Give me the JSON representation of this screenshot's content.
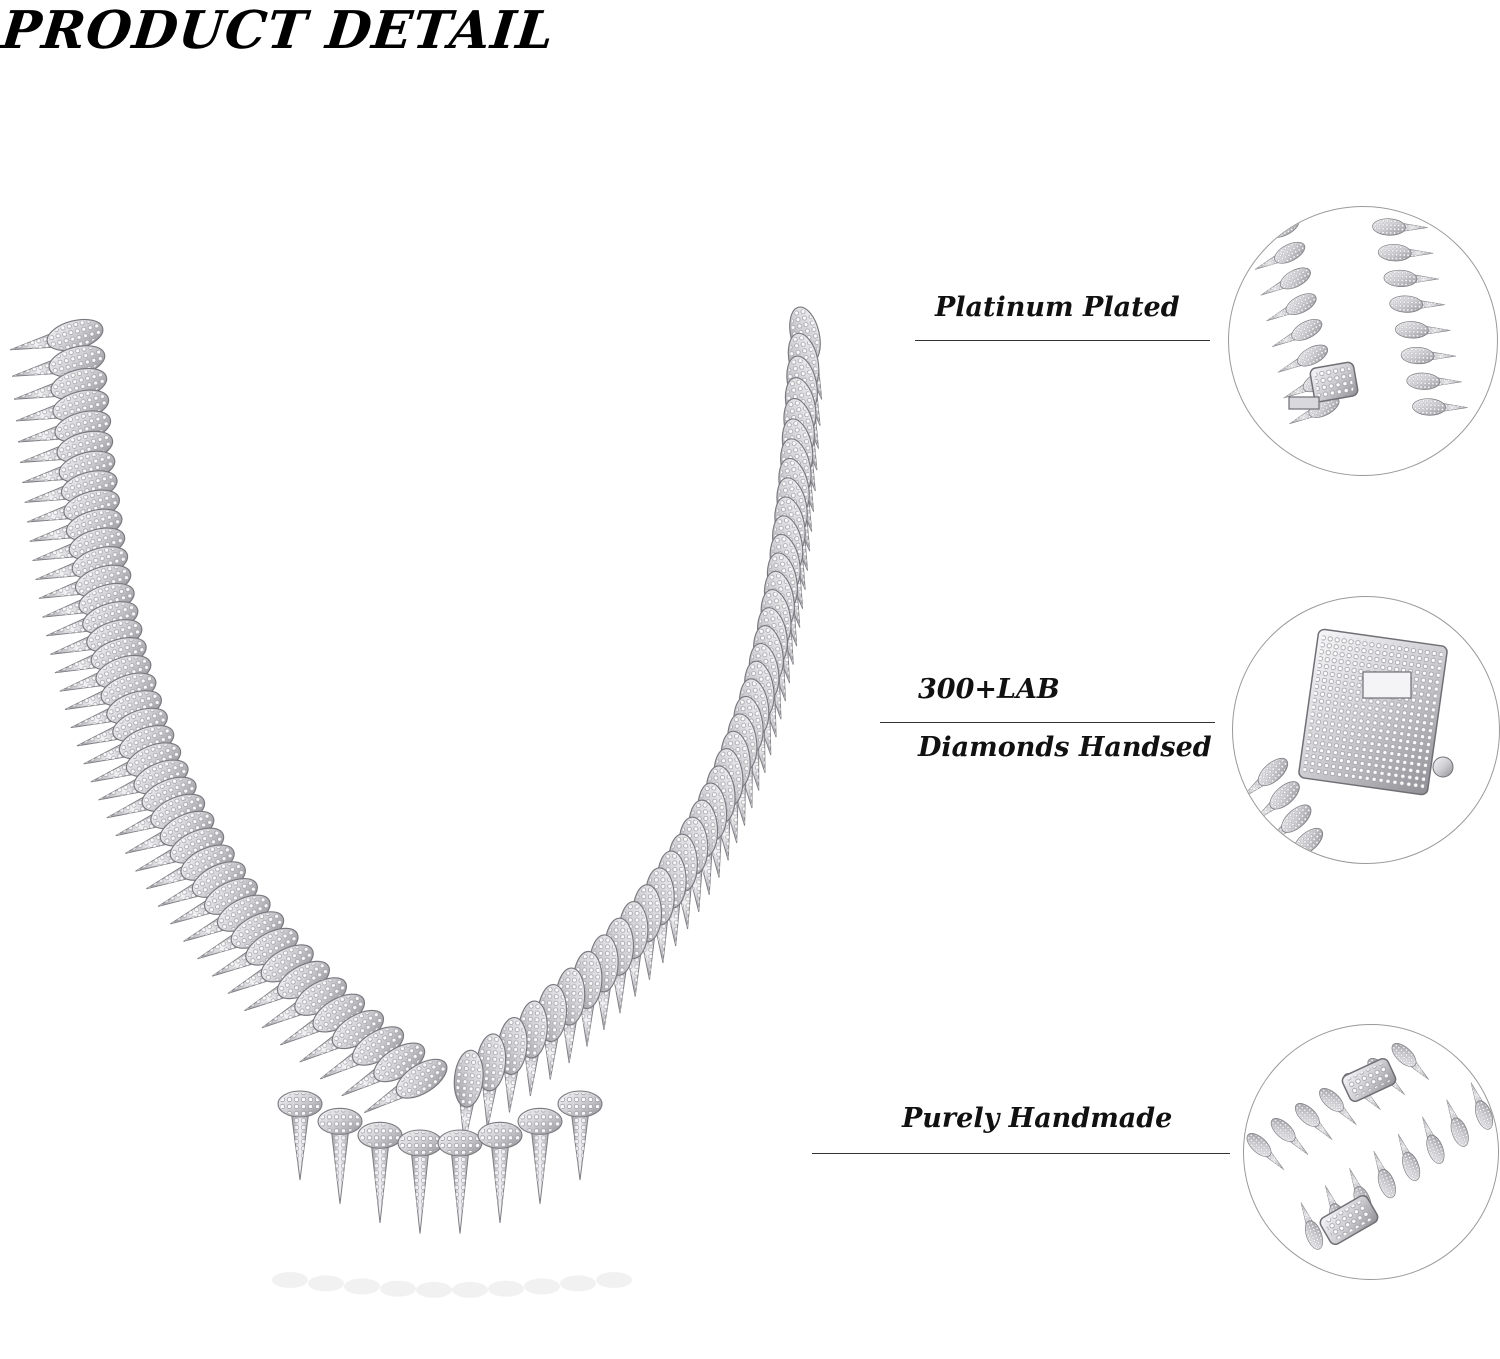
{
  "header": {
    "title": "PRODUCT DETAIL"
  },
  "colors": {
    "metal": "#c9c9cc",
    "metal_dark": "#8e8e93",
    "metal_light": "#f4f4f6",
    "text": "#111111",
    "line": "#333333"
  },
  "callouts": [
    {
      "lines": [
        "Platinum Plated"
      ]
    },
    {
      "lines": [
        "300+LAB",
        "Diamonds Handsed"
      ]
    },
    {
      "lines": [
        "Purely Handmade"
      ]
    }
  ]
}
